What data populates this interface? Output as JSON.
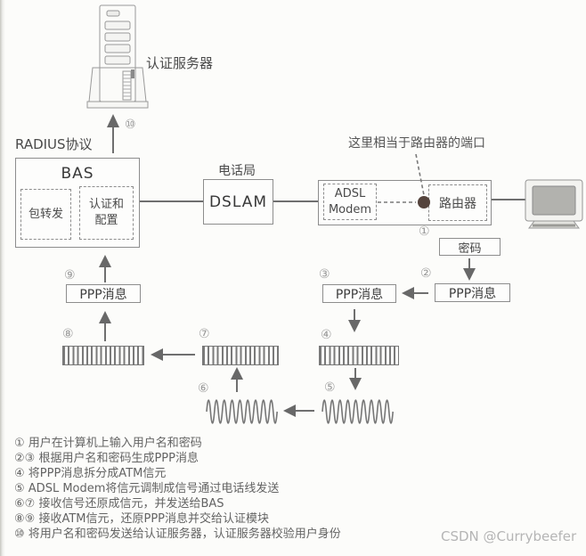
{
  "colors": {
    "line": "#6f6f6f",
    "box-border": "#8d8d8d",
    "dot": "#55443d",
    "watermark": "#b5b5b5"
  },
  "diagram": {
    "auth_server_label": "认证服务器",
    "radius_label": "RADIUS协议",
    "bas_title": "BAS",
    "bas_module_forward": "包转发",
    "bas_module_auth_line1": "认证和",
    "bas_module_auth_line2": "配置",
    "telephone_office_label": "电话局",
    "dslam_label": "DSLAM",
    "adsl_line1": "ADSL",
    "adsl_line2": "Modem",
    "router_label": "路由器",
    "router_port_note": "这里相当于路由器的端口",
    "password_label": "密码",
    "ppp_message_label": "PPP消息"
  },
  "markers": {
    "n1": "①",
    "n2": "②",
    "n3": "③",
    "n4": "④",
    "n5": "⑤",
    "n6": "⑥",
    "n7": "⑦",
    "n8": "⑧",
    "n9": "⑨",
    "n10": "⑩"
  },
  "legend": {
    "items": [
      "① 用户在计算机上输入用户名和密码",
      "②③ 根据用户名和密码生成PPP消息",
      "④ 将PPP消息拆分成ATM信元",
      "⑤ ADSL Modem将信元调制成信号通过电话线发送",
      "⑥⑦ 接收信号还原成信元，并发送给BAS",
      "⑧⑨ 接收ATM信元，还原PPP消息并交给认证模块",
      "⑩ 将用户名和密码发送给认证服务器，认证服务器校验用户身份"
    ]
  },
  "watermark": "CSDN @Currybeefer"
}
